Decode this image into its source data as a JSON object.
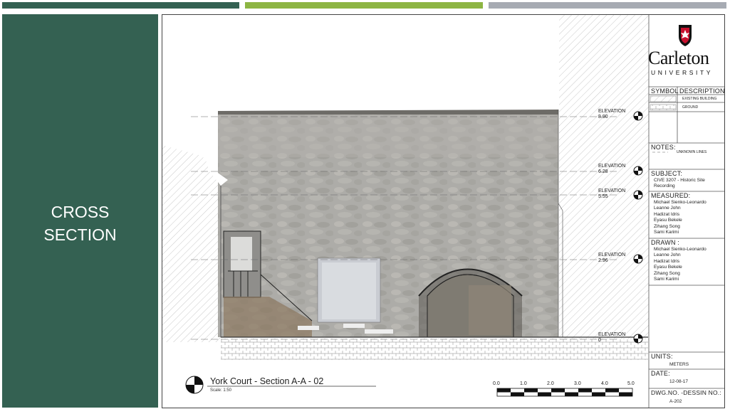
{
  "colors": {
    "bar_1": "#346152",
    "bar_2": "#8db543",
    "bar_3": "#a7abb3",
    "panel": "#346152",
    "panel_text": "#ffffff"
  },
  "slide": {
    "title": "CROSS\nSECTION"
  },
  "drawing": {
    "elevations": [
      {
        "label": "ELEVATION",
        "value": "8.90"
      },
      {
        "label": "ELEVATION",
        "value": "6.28"
      },
      {
        "label": "ELEVATION",
        "value": "5.55"
      },
      {
        "label": "ELEVATION",
        "value": "2.96"
      },
      {
        "label": "ELEVATION",
        "value": "0"
      }
    ],
    "title": "York Court - Section A-A - 02",
    "scale": "Scale: 1:50",
    "scalebar_ticks": [
      "0.0",
      "1.0",
      "2.0",
      "3.0",
      "4.0",
      "5.0"
    ]
  },
  "title_block": {
    "logo_word": "Carleton",
    "logo_university": "UNIVERSITY",
    "legend_header_symbol": "SYMBOL",
    "legend_header_description": "DESCRIPTION",
    "legend_existing_building": "EXISTING BUILDING",
    "legend_ground": "GROUND",
    "notes_label": "NOTES:",
    "notes_unknown_lines": "UNKNOWN LINES",
    "subject_label": "SUBJECT:",
    "subject_line1": "CIVE 3207 - Historic Site",
    "subject_line2": "Recording",
    "measured_label": "MEASURED:",
    "measured_names": [
      "Michael Sienko-Leonardo",
      "Leanne John",
      "Hadizat Idris",
      "Eyasu Bekele",
      "Zihang Song",
      "Sami Karimi"
    ],
    "drawn_label": "DRAWN :",
    "drawn_names": [
      "Michael Sienko-Leonardo",
      "Leanne John",
      "Hadizat Idris",
      "Eyasu Bekele",
      "Zihang Song",
      "Sami Karimi"
    ],
    "units_label": "UNITS:",
    "units_value": "METERS",
    "date_label": "DATE:",
    "date_value": "12-08-17",
    "dwg_label": "DWG.NO. -DESSIN NO.:",
    "dwg_value": "A-202"
  }
}
